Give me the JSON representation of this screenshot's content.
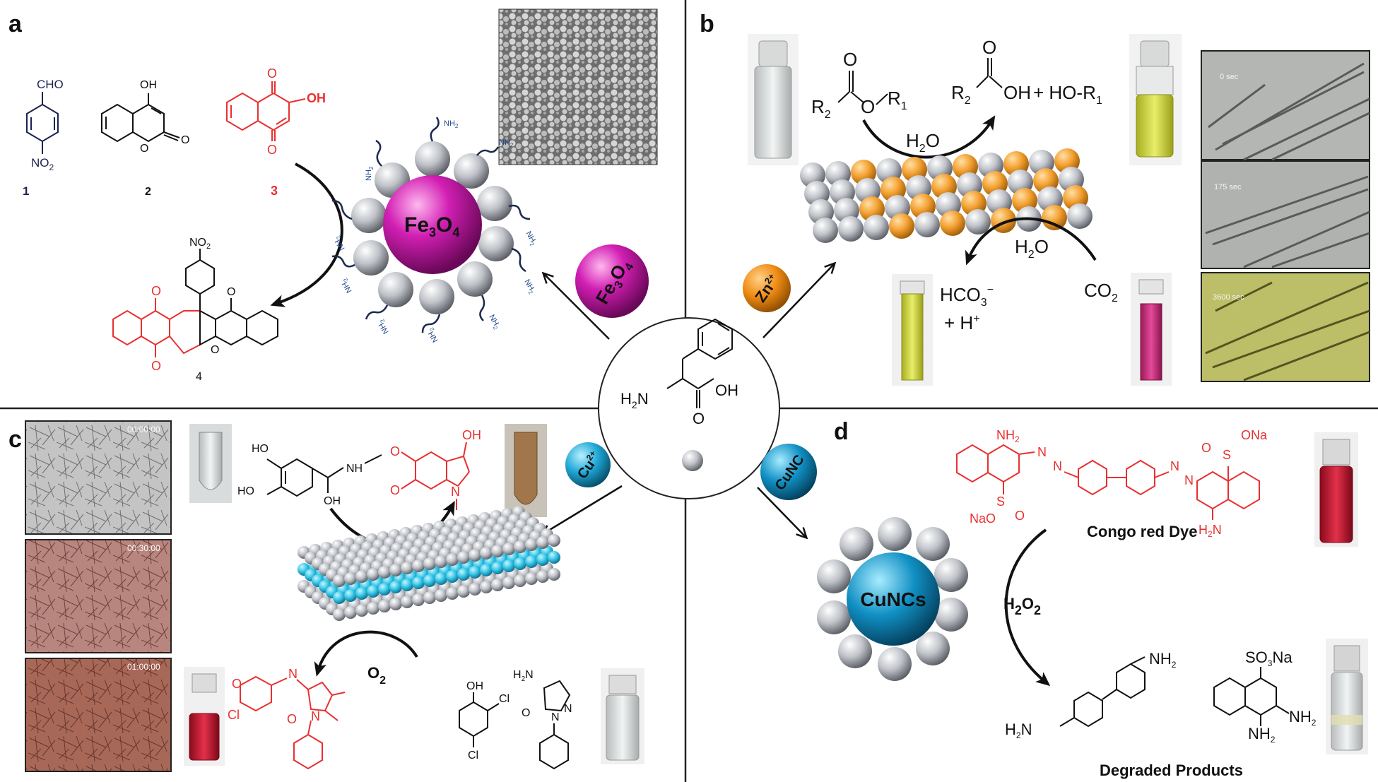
{
  "panels": {
    "a": {
      "letter": "a",
      "compound_labels": [
        "1",
        "2",
        "3",
        "4"
      ],
      "groups": {
        "cho": "CHO",
        "no2_1": "NO",
        "no2_sub": "2",
        "oh": "OH",
        "o": "O",
        "no2_4": "NO",
        "no2_4_sub": "2"
      },
      "nanoparticle": {
        "base": "Fe",
        "sub1": "3",
        "mid": "O",
        "sub2": "4"
      },
      "sphere_label": {
        "base": "Fe",
        "sub1": "3",
        "mid": "O",
        "sub2": "4"
      },
      "amine_label": "NH",
      "amine_sub": "2"
    },
    "b": {
      "letter": "b",
      "ester": {
        "r2": "R",
        "r2_sub": "2",
        "o": "O",
        "r1": "R",
        "r1_sub": "1"
      },
      "acid": {
        "r2": "R",
        "r2_sub": "2",
        "oh": "OH",
        "plus": "+ HO-R",
        "r1_sub": "1",
        "o": "O"
      },
      "water_top": {
        "base": "H",
        "sub": "2",
        "tail": "O"
      },
      "water_bottom": {
        "base": "H",
        "sub": "2",
        "tail": "O"
      },
      "bicarbonate": {
        "base": "HCO",
        "sub": "3",
        "sup": "−"
      },
      "proton": {
        "base": "+ H",
        "sup": "+"
      },
      "co2": {
        "base": "CO",
        "sub": "2"
      },
      "ion": {
        "base": "Zn",
        "sup": "2+"
      },
      "micro_times": [
        "0 sec",
        "175 sec",
        "3600 sec"
      ]
    },
    "c": {
      "letter": "c",
      "micro_times": [
        "00:00:00",
        "00:30:00",
        "01:00:00"
      ],
      "o2_top": {
        "base": "O",
        "sub": "2"
      },
      "o2_bottom": {
        "base": "O",
        "sub": "2"
      },
      "ion": {
        "base": "Cu",
        "sup": "2+"
      },
      "groups": {
        "ho": "HO",
        "nh": "NH",
        "oh": "OH",
        "o": "O",
        "n": "N",
        "cl": "Cl",
        "h2n": "H",
        "h2n_sub": "2",
        "h2n_tail": "N"
      }
    },
    "d": {
      "letter": "d",
      "cluster_label": "CuNCs",
      "sphere_label": "CuNC",
      "dye_label": "Congo red Dye",
      "products_label": "Degraded Products",
      "oxidant": {
        "base": "H",
        "sub1": "2",
        "mid": "O",
        "sub2": "2"
      },
      "groups": {
        "nh2_top": "NH",
        "nh2_top_sub": "2",
        "so3na_top": "ONa",
        "s_o": "S",
        "o": "O",
        "nao": "NaO",
        "h2n": "H",
        "h2n_sub": "2",
        "h2n_tail": "N",
        "n": "N",
        "prod_nh2": "NH",
        "prod_nh2_sub": "2",
        "prod_h2n": "H",
        "prod_h2n_sub": "2",
        "prod_h2n_tail": "N",
        "prod_so3na": "SO",
        "prod_so3na_sub": "3",
        "prod_so3na_tail": "Na",
        "prod_nh2_b": "NH",
        "prod_nh2_b_sub": "2",
        "prod_nh2_c": "NH",
        "prod_nh2_c_sub": "2"
      }
    },
    "center": {
      "h2n": "H",
      "h2n_sub": "2",
      "h2n_tail": "N",
      "oh": "OH",
      "o": "O"
    }
  },
  "colors": {
    "fe3o4": "#d21fb4",
    "zn": "#f08c14",
    "cu": "#1fa8d6",
    "cunc": "#1190c4",
    "red_chem": "#e8302f",
    "navy_chem": "#1b2350",
    "grey_atom": "#b8bcc4",
    "orange_atom": "#f4a030",
    "cyan_atom": "#38c8e8",
    "vial_yellow": "#d8de4a",
    "vial_pink": "#d22a7a",
    "vial_red": "#d21a3a"
  }
}
